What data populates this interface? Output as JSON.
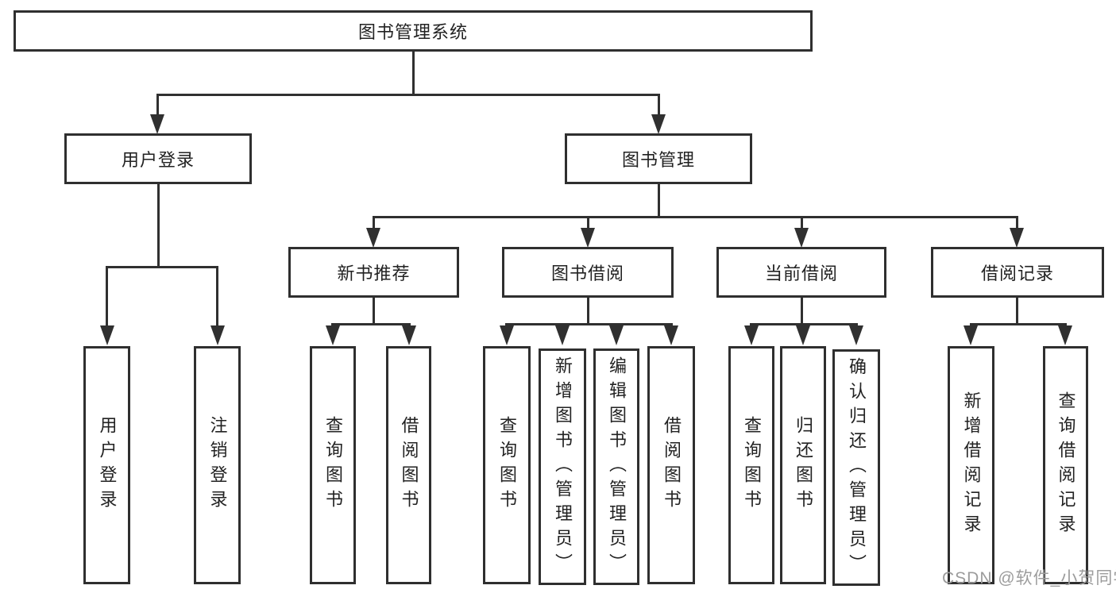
{
  "diagram": {
    "title": "图书管理系统",
    "root": {
      "label": "图书管理系统"
    },
    "level2": {
      "user_login": {
        "label": "用户登录"
      },
      "book_management": {
        "label": "图书管理"
      }
    },
    "level3": {
      "new_book_recommend": {
        "label": "新书推荐"
      },
      "book_borrow": {
        "label": "图书借阅"
      },
      "current_borrow": {
        "label": "当前借阅"
      },
      "borrow_record": {
        "label": "借阅记录"
      }
    },
    "leaves": {
      "user_login": [
        "用户登录",
        "注销登录"
      ],
      "new_book_recommend": [
        "查询图书",
        "借阅图书"
      ],
      "book_borrow": [
        "查询图书",
        "新增图书（管理员）",
        "编辑图书（管理员）",
        "借阅图书"
      ],
      "current_borrow": [
        "查询图书",
        "归还图书",
        "确认归还（管理员）"
      ],
      "borrow_record": [
        "新增借阅记录",
        "查询借阅记录"
      ]
    }
  },
  "watermark": {
    "text": "CSDN @软件_小贺同学",
    "color": "#9c9c9c"
  },
  "colors": {
    "background": "#ffffff",
    "line": "#303030",
    "box_border": "#2f2f2f",
    "text": "#222222"
  }
}
